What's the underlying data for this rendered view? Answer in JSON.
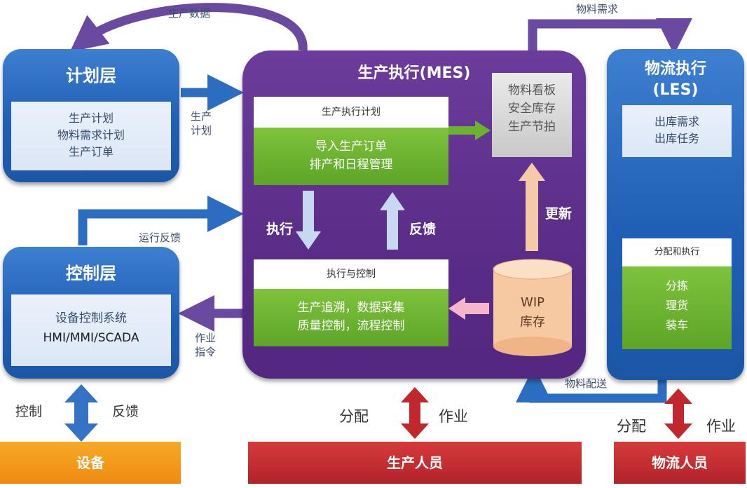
{
  "planning_layer": {
    "title": "计划层",
    "items": [
      "生产计划",
      "物料需求计划",
      "生产订单"
    ]
  },
  "control_layer": {
    "title": "控制层",
    "items": [
      "设备控制系统",
      "HMI/MMI/SCADA"
    ]
  },
  "mes": {
    "title": "生产执行(MES)",
    "plan_header": "生产执行计划",
    "plan_items": [
      "导入生产订单",
      "排产和日程管理"
    ],
    "exec_header": "执行与控制",
    "exec_items": [
      "生产追溯，数据采集",
      "质量控制，流程控制"
    ],
    "board_items": [
      "物料看板",
      "安全库存",
      "生产节拍"
    ],
    "wip_items": [
      "WIP",
      "库存"
    ],
    "execute_label": "执行",
    "feedback_label": "反馈",
    "update_label": "更新"
  },
  "les": {
    "title_line1": "物流执行",
    "title_line2": "(LES)",
    "top_items": [
      "出库需求",
      "出库任务"
    ],
    "dist_header": "分配和执行",
    "dist_items": [
      "分拣",
      "理货",
      "装车"
    ]
  },
  "arrows": {
    "production_data": "生产数据",
    "production_plan": [
      "生产",
      "计划"
    ],
    "run_feedback": "运行反馈",
    "work_order": [
      "作业",
      "指令"
    ],
    "material_demand": "物料需求",
    "material_delivery": "物料配送",
    "control": "控制",
    "feedback": "反馈",
    "assign_1": "分配",
    "work_1": "作业",
    "assign_2": "分配",
    "work_2": "作业"
  },
  "bottom": {
    "equipment": "设备",
    "production_staff": "生产人员",
    "logistics_staff": "物流人员"
  },
  "colors": {
    "blue": "#1f5fb5",
    "purple": "#5a2d88",
    "green": "#6cb22f",
    "orange": "#f39c12",
    "red": "#c0282d",
    "connector_purple": "#6a4aa0",
    "connector_blue": "#2b6dc0"
  }
}
